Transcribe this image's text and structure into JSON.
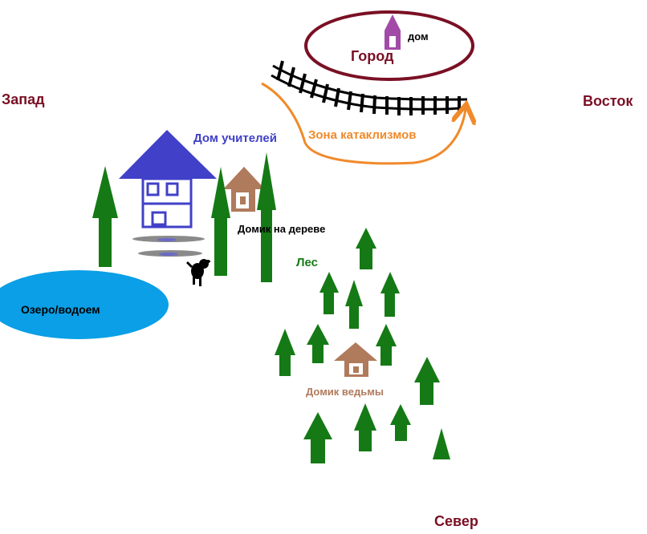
{
  "directions": {
    "west": "Запад",
    "east": "Восток",
    "north": "Север"
  },
  "places": {
    "city": "Город",
    "city_house": "дом",
    "cataclysm_zone": "Зона катаклизмов",
    "teachers_house": "Дом учителей",
    "treehouse": "Домик на дереве",
    "forest": "Лес",
    "lake": "Озеро/водоем",
    "witch_house": "Домик ведьмы"
  },
  "colors": {
    "direction_text": "#7a1024",
    "city_ring": "#7a1024",
    "city_house": "#a24aa8",
    "railway": "#000000",
    "cataclysm_zone": "#f08a2a",
    "teachers_house": "#4040c8",
    "small_house": "#b07a5c",
    "tree": "#157a15",
    "lake": "#0a9fe6",
    "dog": "#000000"
  },
  "icons": [
    "tree-icon",
    "house-icon",
    "dog-icon",
    "railway-icon"
  ]
}
